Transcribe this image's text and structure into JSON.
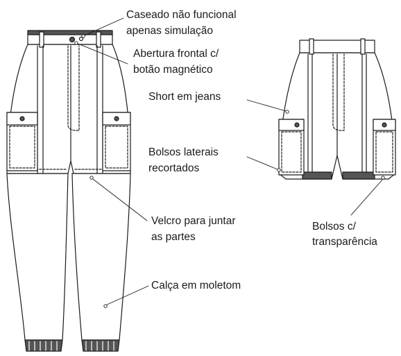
{
  "colors": {
    "line": "#1a1a1a",
    "band": "#555555",
    "fill": "#ffffff"
  },
  "annotations": {
    "caseado": [
      "Caseado não funcional",
      "apenas simulação"
    ],
    "abertura": [
      "Abertura frontal c/",
      "botão magnético"
    ],
    "short": [
      "Short em jeans"
    ],
    "bolsos_laterais": [
      "Bolsos laterais",
      "recortados"
    ],
    "velcro": [
      "Velcro para juntar",
      "as partes"
    ],
    "bolsos_transparencia": [
      "Bolsos c/",
      "transparência"
    ],
    "calca": [
      "Calça em moletom"
    ]
  }
}
